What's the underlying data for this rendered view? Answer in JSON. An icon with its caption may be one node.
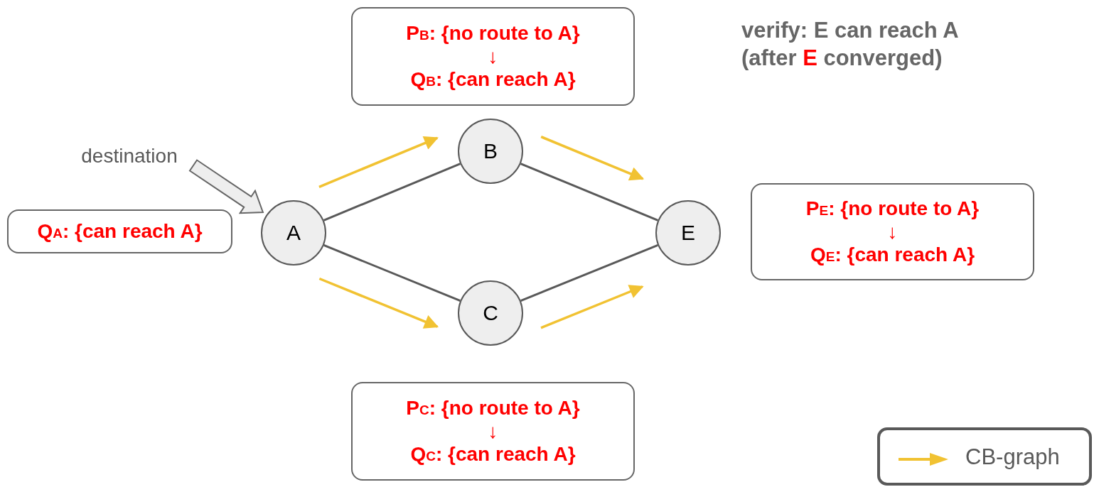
{
  "diagram": {
    "title": "verify: E can reach A (after **E** converged)",
    "nodes": [
      {
        "text": [
          "A"
        ]
      },
      {
        "text": [
          "B"
        ]
      },
      {
        "text": [
          "C"
        ]
      },
      {
        "text": [
          "E"
        ]
      },
      {
        "text": [
          "Q$_{A}$: {can reach A}"
        ]
      },
      {
        "text": [
          "P$_{B}$: {no route to A}",
          "↓",
          "Q$_{B}$: {can reach A}"
        ]
      },
      {
        "text": [
          "P$_{C}$: {no route to A}",
          "↓",
          "Q$_{C}$: {can reach A}"
        ]
      },
      {
        "text": [
          "P$_{E}$: {no route to A}",
          "↓",
          "Q$_{E}$: {can reach A}"
        ]
      },
      {
        "text": [
          "destination"
        ]
      }
    ],
    "edges": [
      {
        "from": 0,
        "to": 1,
        "arrow": "none"
      },
      {
        "from": 1,
        "to": 3,
        "arrow": "none"
      },
      {
        "from": 0,
        "to": 2,
        "arrow": "none"
      },
      {
        "from": 2,
        "to": 3,
        "arrow": "none"
      },
      {
        "from": 0,
        "to": 1,
        "arrow": "to",
        "color": "#f1c232"
      },
      {
        "from": 1,
        "to": 3,
        "arrow": "to",
        "color": "#f1c232"
      },
      {
        "from": 0,
        "to": 2,
        "arrow": "to",
        "color": "#f1c232"
      },
      {
        "from": 2,
        "to": 3,
        "arrow": "to",
        "color": "#f1c232"
      },
      {
        "from": 8,
        "to": 0,
        "arrow": "to",
        "style": "thick"
      }
    ],
    "legend": [
      {
        "text": "CB-graph"
      }
    ]
  }
}
